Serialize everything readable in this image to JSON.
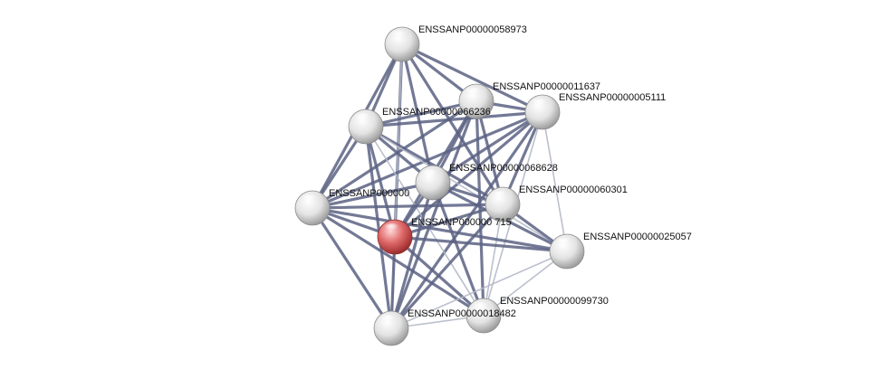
{
  "colors": {
    "edge_strong": "#5a6282",
    "edge_weak": "#b4b9c8",
    "node_default": "#e6e6e6",
    "node_query": "#d85a5a"
  },
  "nodes": [
    {
      "id": "n58973",
      "label": "ENSSANP00000058973",
      "type": "default"
    },
    {
      "id": "n11637",
      "label": "ENSSANP00000011637",
      "type": "default"
    },
    {
      "id": "n05111",
      "label": "ENSSANP00000005111",
      "type": "default"
    },
    {
      "id": "n66236",
      "label": "ENSSANP00000066236",
      "type": "default"
    },
    {
      "id": "n68628",
      "label": "ENSSANP00000068628",
      "type": "default"
    },
    {
      "id": "n60301",
      "label": "ENSSANP00000060301",
      "type": "default"
    },
    {
      "id": "nleft",
      "label": "ENSSANP000000",
      "type": "default"
    },
    {
      "id": "nquery",
      "label": "ENSSANP000000 715",
      "type": "query"
    },
    {
      "id": "n25057",
      "label": "ENSSANP00000025057",
      "type": "default"
    },
    {
      "id": "n99730",
      "label": "ENSSANP00000099730",
      "type": "default"
    },
    {
      "id": "n18482",
      "label": "ENSSANP00000018482",
      "type": "default"
    }
  ],
  "edges": [
    [
      "n58973",
      "n66236",
      "strong"
    ],
    [
      "n58973",
      "n11637",
      "strong"
    ],
    [
      "n58973",
      "n05111",
      "strong"
    ],
    [
      "n58973",
      "n68628",
      "strong"
    ],
    [
      "n58973",
      "nleft",
      "strong"
    ],
    [
      "n58973",
      "nquery",
      "strong"
    ],
    [
      "n58973",
      "n60301",
      "strong"
    ],
    [
      "n58973",
      "n18482",
      "weak"
    ],
    [
      "n11637",
      "n05111",
      "strong"
    ],
    [
      "n11637",
      "n66236",
      "strong"
    ],
    [
      "n11637",
      "n68628",
      "strong"
    ],
    [
      "n11637",
      "n60301",
      "strong"
    ],
    [
      "n11637",
      "nquery",
      "strong"
    ],
    [
      "n11637",
      "nleft",
      "strong"
    ],
    [
      "n11637",
      "n18482",
      "strong"
    ],
    [
      "n11637",
      "n99730",
      "strong"
    ],
    [
      "n05111",
      "n66236",
      "strong"
    ],
    [
      "n05111",
      "n68628",
      "strong"
    ],
    [
      "n05111",
      "n60301",
      "strong"
    ],
    [
      "n05111",
      "nquery",
      "strong"
    ],
    [
      "n05111",
      "nleft",
      "strong"
    ],
    [
      "n05111",
      "n25057",
      "weak"
    ],
    [
      "n05111",
      "n99730",
      "weak"
    ],
    [
      "n05111",
      "n18482",
      "strong"
    ],
    [
      "n66236",
      "n68628",
      "strong"
    ],
    [
      "n66236",
      "nleft",
      "strong"
    ],
    [
      "n66236",
      "nquery",
      "strong"
    ],
    [
      "n66236",
      "n60301",
      "strong"
    ],
    [
      "n66236",
      "n18482",
      "strong"
    ],
    [
      "n66236",
      "n99730",
      "weak"
    ],
    [
      "n66236",
      "n25057",
      "weak"
    ],
    [
      "n68628",
      "n60301",
      "strong"
    ],
    [
      "n68628",
      "nquery",
      "strong"
    ],
    [
      "n68628",
      "nleft",
      "strong"
    ],
    [
      "n68628",
      "n18482",
      "strong"
    ],
    [
      "n68628",
      "n99730",
      "strong"
    ],
    [
      "n68628",
      "n25057",
      "strong"
    ],
    [
      "n60301",
      "nquery",
      "strong"
    ],
    [
      "n60301",
      "nleft",
      "strong"
    ],
    [
      "n60301",
      "n18482",
      "strong"
    ],
    [
      "n60301",
      "n99730",
      "weak"
    ],
    [
      "n60301",
      "n25057",
      "strong"
    ],
    [
      "nleft",
      "nquery",
      "strong"
    ],
    [
      "nleft",
      "n18482",
      "strong"
    ],
    [
      "nleft",
      "n99730",
      "strong"
    ],
    [
      "nleft",
      "n25057",
      "strong"
    ],
    [
      "nquery",
      "n18482",
      "strong"
    ],
    [
      "nquery",
      "n99730",
      "strong"
    ],
    [
      "nquery",
      "n25057",
      "strong"
    ],
    [
      "n18482",
      "n99730",
      "weak"
    ],
    [
      "n18482",
      "n25057",
      "weak"
    ],
    [
      "n99730",
      "n25057",
      "weak"
    ]
  ]
}
